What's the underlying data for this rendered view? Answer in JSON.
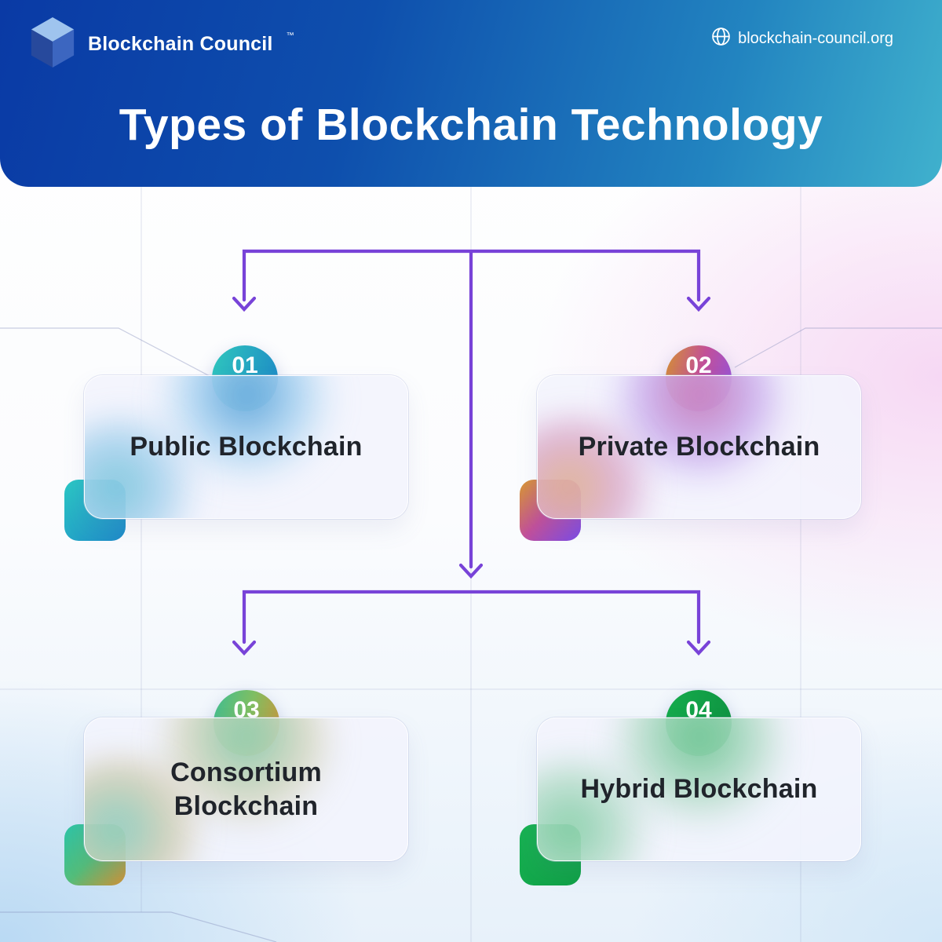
{
  "header": {
    "brand_name": "Blockchain Council",
    "trademark": "™",
    "website": "blockchain-council.org",
    "title": "Types of Blockchain Technology",
    "gradient": [
      "#0A3AA5",
      "#40B1CD"
    ]
  },
  "diagram": {
    "arrow_color": "#7843D8",
    "nodes": [
      {
        "number": "01",
        "label": "Public Blockchain",
        "badge_colors": [
          "#2FC7BD",
          "#1D87C6"
        ],
        "square_colors": [
          "#2BC8C4",
          "#1E89C8"
        ]
      },
      {
        "number": "02",
        "label": "Private Blockchain",
        "badge_colors": [
          "#D5922F",
          "#C25098",
          "#9154E0"
        ],
        "square_colors": [
          "#D9992F",
          "#C1509A",
          "#7A4BE8"
        ]
      },
      {
        "number": "03",
        "label": "Consortium Blockchain",
        "badge_colors": [
          "#3EBD92",
          "#7FBE62",
          "#D39137"
        ],
        "square_colors": [
          "#2CC5A8",
          "#53BD7A",
          "#D29135"
        ]
      },
      {
        "number": "04",
        "label": "Hybrid Blockchain",
        "badge_colors": [
          "#15AC4D",
          "#0E9140"
        ],
        "square_colors": [
          "#18B253",
          "#0FA045"
        ]
      }
    ]
  }
}
